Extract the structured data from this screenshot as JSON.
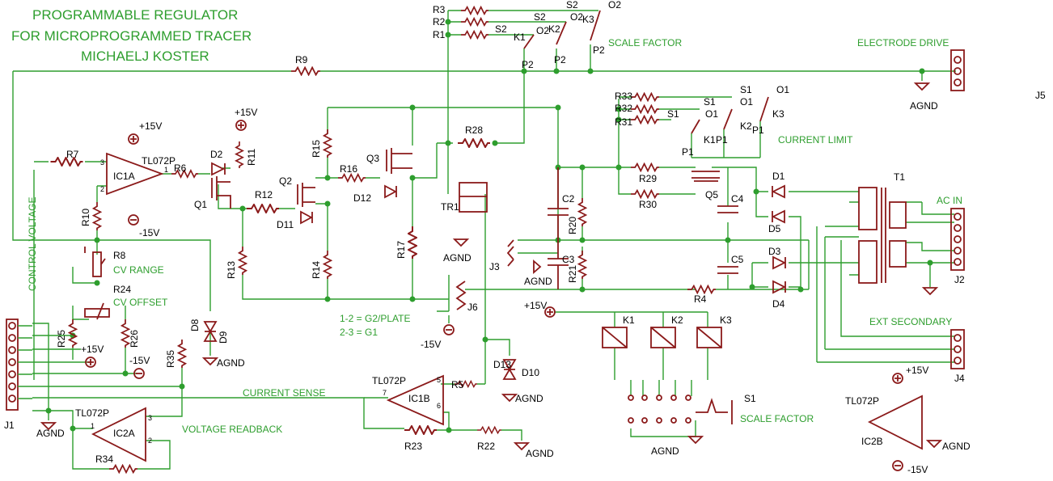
{
  "title": {
    "line1": "PROGRAMMABLE REGULATOR",
    "line2": "FOR MICROPROGRAMMED TRACER",
    "line3": "MICHAELJ KOSTER"
  },
  "components": {
    "r1": "R1",
    "r2": "R2",
    "r3": "R3",
    "r4": "R4",
    "r5": "R5",
    "r6": "R6",
    "r7": "R7",
    "r8": "R8",
    "r9": "R9",
    "r10": "R10",
    "r11": "R11",
    "r12": "R12",
    "r13": "R13",
    "r14": "R14",
    "r15": "R15",
    "r16": "R16",
    "r17": "R17",
    "r20": "R20",
    "r21": "R21",
    "r22": "R22",
    "r23": "R23",
    "r24": "R24",
    "r25": "R25",
    "r26": "R26",
    "r28": "R28",
    "r29": "R29",
    "r30": "R30",
    "r31": "R31",
    "r32": "R32",
    "r33": "R33",
    "r34": "R34",
    "r35": "R35",
    "c2": "C2",
    "c3": "C3",
    "c4": "C4",
    "c5": "C5",
    "d1": "D1",
    "d2": "D2",
    "d3": "D3",
    "d4": "D4",
    "d5": "D5",
    "d8": "D8",
    "d9": "D9",
    "d10": "D10",
    "d11": "D11",
    "d12": "D12",
    "d13": "D13",
    "q1": "Q1",
    "q2": "Q2",
    "q3": "Q3",
    "q5": "Q5",
    "ic1a": "IC1A",
    "ic1b": "IC1B",
    "ic2a": "IC2A",
    "ic2b": "IC2B",
    "tl072p": "TL072P",
    "tr1": "TR1",
    "t1": "T1",
    "s1": "S1",
    "j1": "J1",
    "j2": "J2",
    "j3": "J3",
    "j4": "J4",
    "j5": "J5",
    "j6": "J6",
    "k1": "K1",
    "k2": "K2",
    "k3": "K3",
    "o1": "O1",
    "o2": "O2",
    "s1c": "S1",
    "s2c": "S2",
    "p1": "P1",
    "p2": "P2"
  },
  "rails": {
    "plus15": "+15V",
    "minus15": "-15V",
    "agnd": "AGND"
  },
  "nets": {
    "scale_factor": "SCALE FACTOR",
    "electrode_drive": "ELECTRODE DRIVE",
    "current_limit": "CURRENT LIMIT",
    "ac_in": "AC IN",
    "ext_secondary": "EXT SECONDARY",
    "current_sense": "CURRENT SENSE",
    "voltage_readback": "VOLTAGE READBACK",
    "control_voltage": "CONTROL VOLTAGE",
    "cv_range": "CV RANGE",
    "cv_offset": "CV OFFSET",
    "s1_scale_factor": "SCALE FACTOR",
    "jumper_1": "1-2 = G2/PLATE",
    "jumper_2": "2-3 = G1"
  },
  "colors": {
    "wire": "#2e9e2e",
    "part": "#8b1a1a",
    "text": "#000000"
  }
}
